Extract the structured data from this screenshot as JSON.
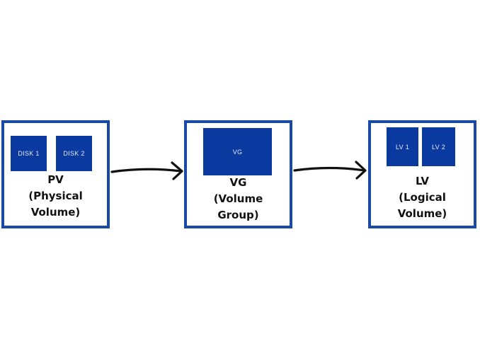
{
  "pv": {
    "disks": [
      "DISK 1",
      "DISK 2"
    ],
    "title": "PV",
    "subtitle_line1": "(Physical",
    "subtitle_line2": "Volume)"
  },
  "vg": {
    "block": "VG",
    "title": "VG",
    "subtitle_line1": "(Volume",
    "subtitle_line2": "Group)"
  },
  "lv": {
    "volumes": [
      "LV 1",
      "LV 2"
    ],
    "title": "LV",
    "subtitle_line1": "(Logical",
    "subtitle_line2": "Volume)"
  },
  "colors": {
    "frame_border": "#1a4aa8",
    "block_fill": "#0a3aa0",
    "arrow": "#111111"
  }
}
